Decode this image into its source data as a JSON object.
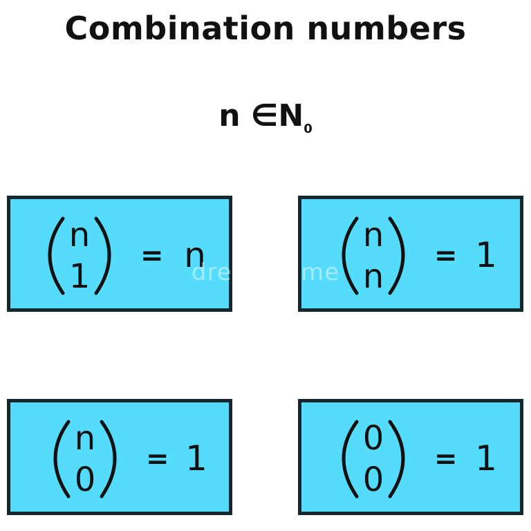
{
  "title": "Combination numbers",
  "domain": {
    "variable": "n",
    "symbol": "∈",
    "set": "N",
    "subscript": "0"
  },
  "cards": [
    {
      "top": "n",
      "bottom": "1",
      "equals": "=",
      "result": "n"
    },
    {
      "top": "n",
      "bottom": "n",
      "equals": "=",
      "result": "1"
    },
    {
      "top": "n",
      "bottom": "0",
      "equals": "=",
      "result": "1"
    },
    {
      "top": "0",
      "bottom": "0",
      "equals": "=",
      "result": "1"
    }
  ],
  "watermark": "dreamstime",
  "colors": {
    "card_fill": "#55dcfd",
    "card_border": "#16262d",
    "text": "#111111"
  }
}
